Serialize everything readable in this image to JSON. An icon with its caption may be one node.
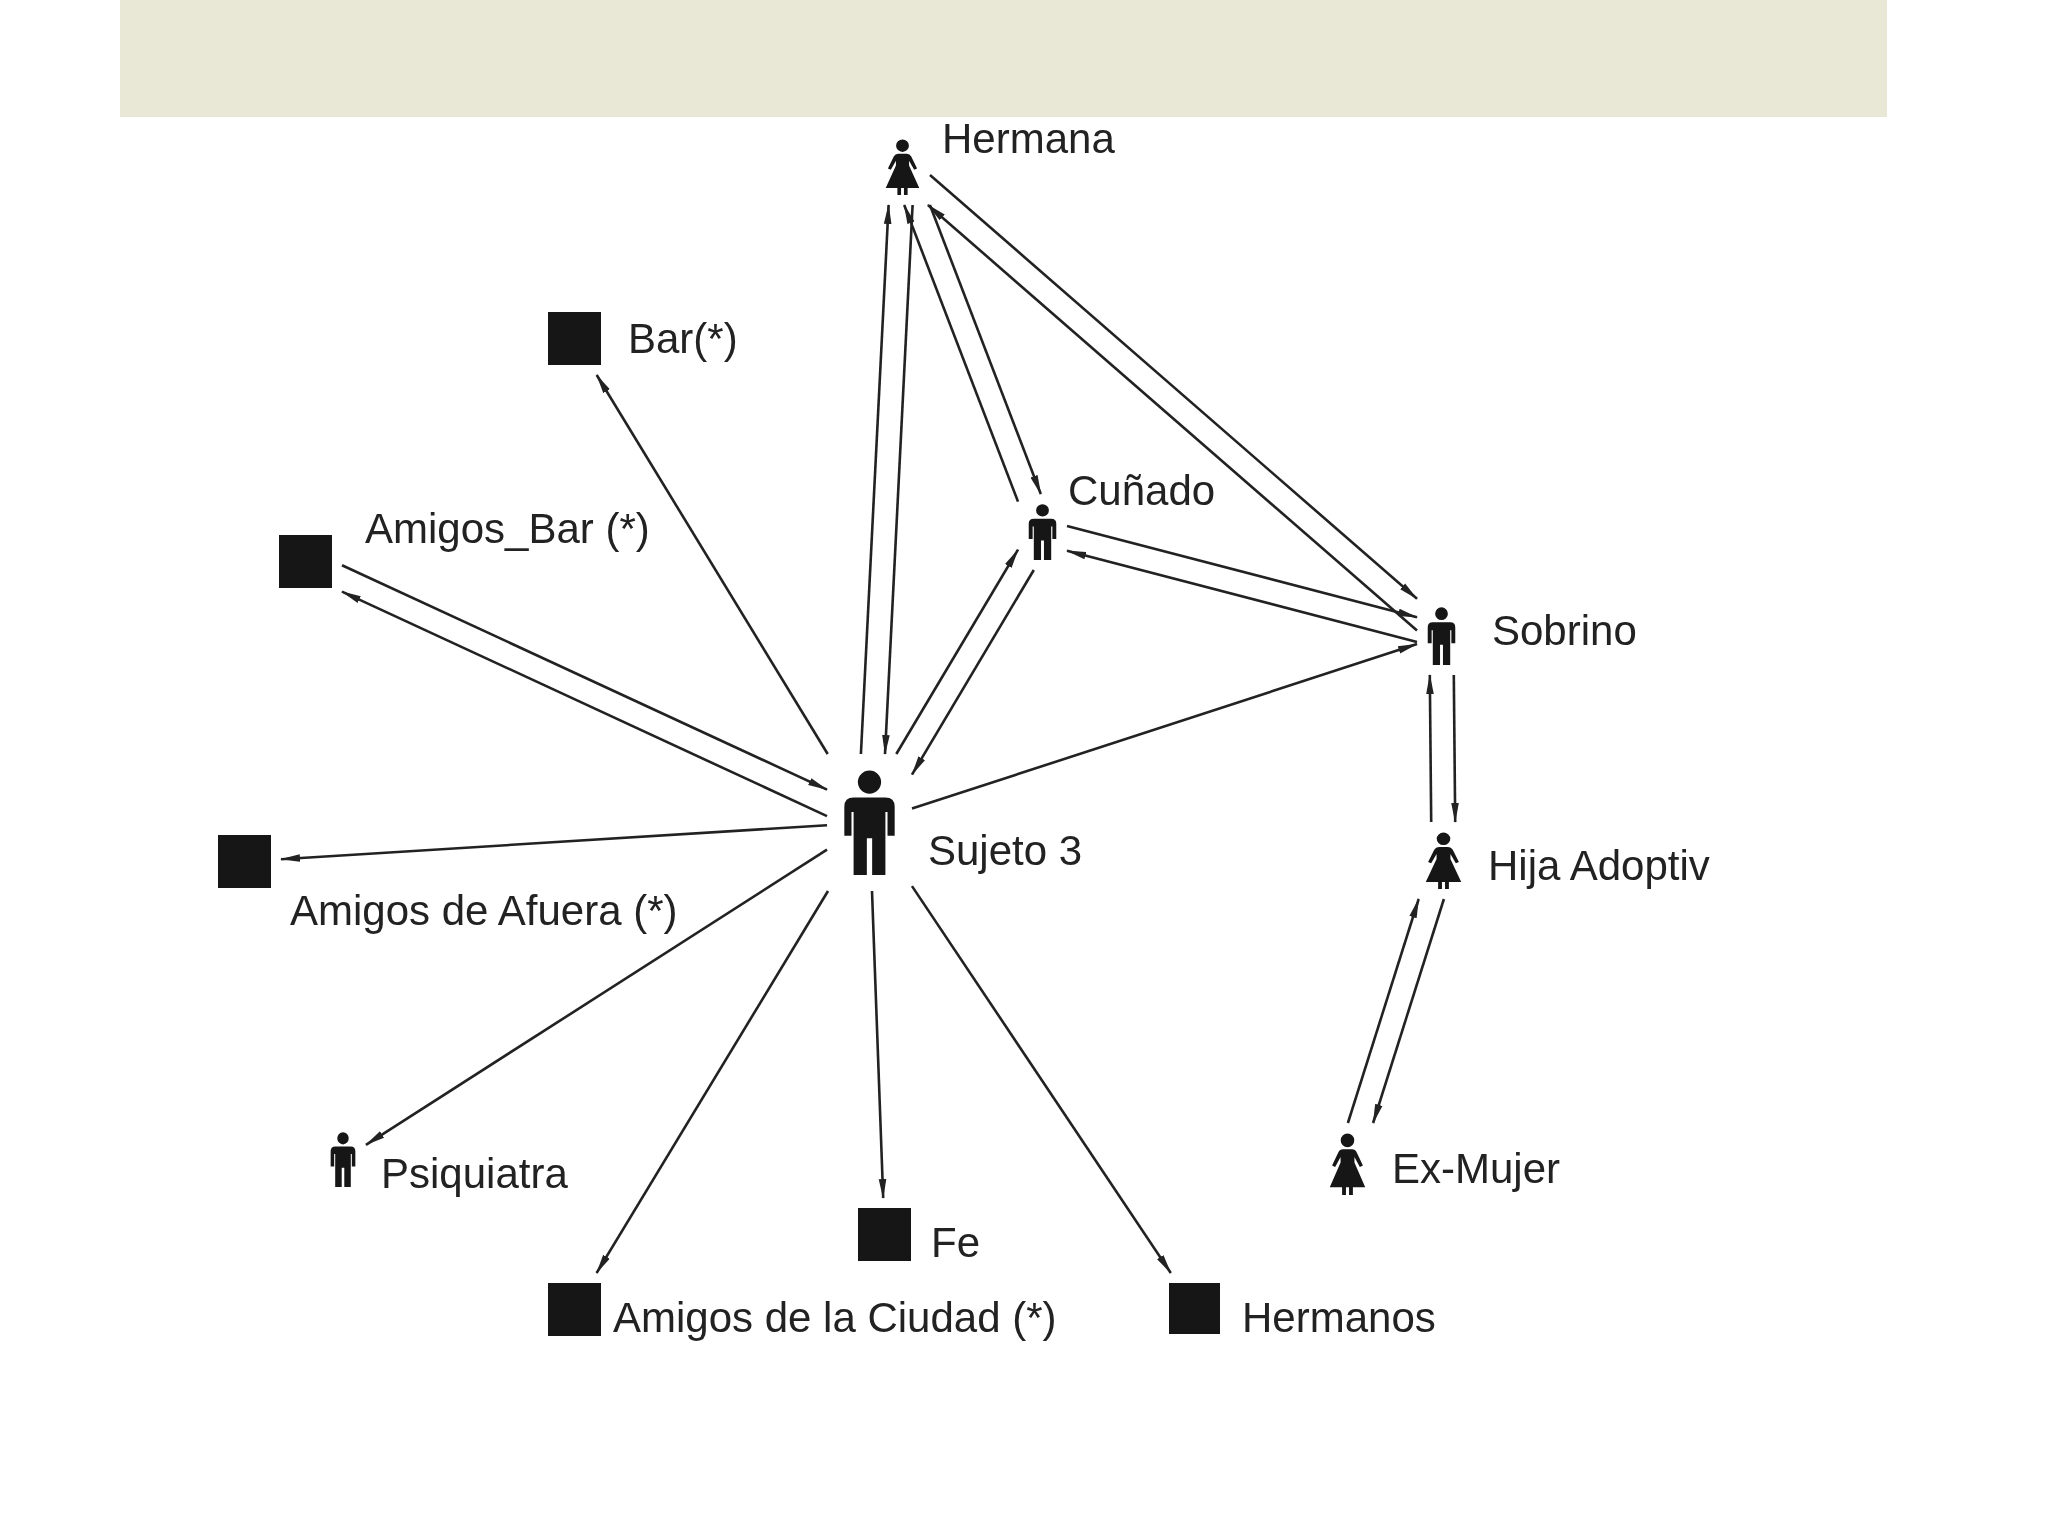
{
  "diagram": {
    "nodes": [
      {
        "text": [
          "Hermana"
        ]
      },
      {
        "text": [
          "Bar(*)"
        ]
      },
      {
        "text": [
          "Cuñado"
        ]
      },
      {
        "text": [
          "Amigos_Bar (*)"
        ]
      },
      {
        "text": [
          "Sobrino"
        ]
      },
      {
        "text": [
          "Sujeto 3"
        ]
      },
      {
        "text": [
          "Hija Adoptiv"
        ]
      },
      {
        "text": [
          "Amigos de Afuera (*)"
        ]
      },
      {
        "text": [
          "Psiquiatra"
        ]
      },
      {
        "text": [
          "Ex-Mujer"
        ]
      },
      {
        "text": [
          "Fe"
        ]
      },
      {
        "text": [
          "Amigos de la Ciudad (*)"
        ]
      },
      {
        "text": [
          "Hermanos"
        ]
      }
    ],
    "edges": [
      {
        "from": 5,
        "to": 0,
        "arrow": "to"
      },
      {
        "from": 0,
        "to": 5,
        "arrow": "to"
      },
      {
        "from": 0,
        "to": 2,
        "arrow": "to"
      },
      {
        "from": 2,
        "to": 0,
        "arrow": "to"
      },
      {
        "from": 0,
        "to": 4,
        "arrow": "to"
      },
      {
        "from": 4,
        "to": 0,
        "arrow": "to"
      },
      {
        "from": 2,
        "to": 4,
        "arrow": "to"
      },
      {
        "from": 4,
        "to": 2,
        "arrow": "to"
      },
      {
        "from": 5,
        "to": 2,
        "arrow": "to"
      },
      {
        "from": 2,
        "to": 5,
        "arrow": "to"
      },
      {
        "from": 5,
        "to": 4,
        "arrow": "to"
      },
      {
        "from": 5,
        "to": 1,
        "arrow": "to"
      },
      {
        "from": 3,
        "to": 5,
        "arrow": "to"
      },
      {
        "from": 5,
        "to": 3,
        "arrow": "to"
      },
      {
        "from": 5,
        "to": 7,
        "arrow": "to"
      },
      {
        "from": 5,
        "to": 8,
        "arrow": "to"
      },
      {
        "from": 5,
        "to": 11,
        "arrow": "to"
      },
      {
        "from": 5,
        "to": 10,
        "arrow": "to"
      },
      {
        "from": 5,
        "to": 12,
        "arrow": "to"
      },
      {
        "from": 6,
        "to": 4,
        "arrow": "to"
      },
      {
        "from": 4,
        "to": 6,
        "arrow": "to"
      },
      {
        "from": 9,
        "to": 6,
        "arrow": "to"
      },
      {
        "from": 6,
        "to": 9,
        "arrow": "to"
      }
    ]
  }
}
